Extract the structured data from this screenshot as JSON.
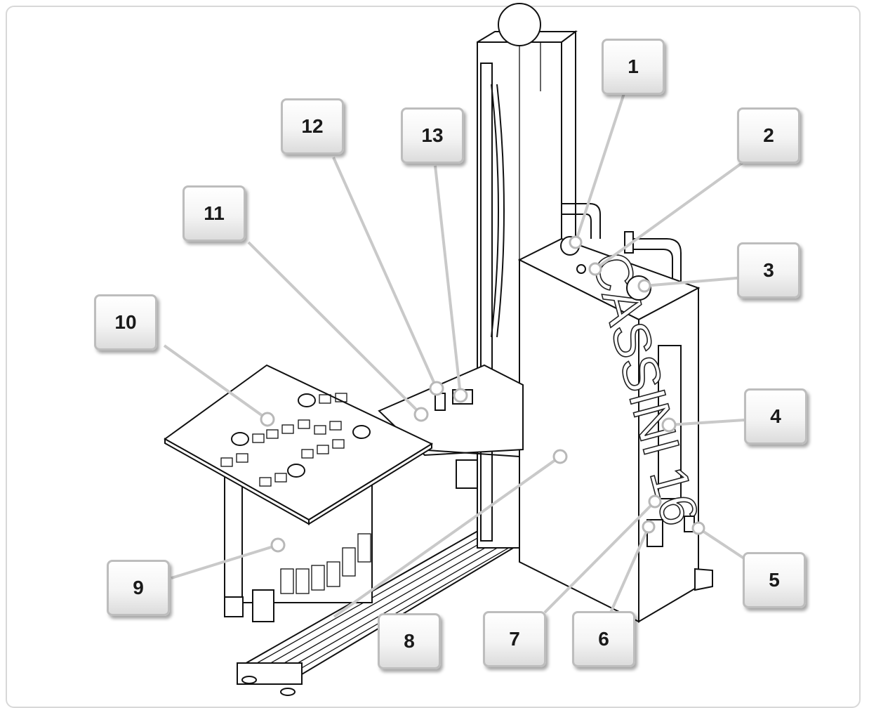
{
  "diagram": {
    "product_text": "CASSINI 16",
    "callouts": [
      {
        "id": "c1",
        "label": "1"
      },
      {
        "id": "c2",
        "label": "2"
      },
      {
        "id": "c3",
        "label": "3"
      },
      {
        "id": "c4",
        "label": "4"
      },
      {
        "id": "c5",
        "label": "5"
      },
      {
        "id": "c6",
        "label": "6"
      },
      {
        "id": "c7",
        "label": "7"
      },
      {
        "id": "c8",
        "label": "8"
      },
      {
        "id": "c9",
        "label": "9"
      },
      {
        "id": "c10",
        "label": "10"
      },
      {
        "id": "c11",
        "label": "11"
      },
      {
        "id": "c12",
        "label": "12"
      },
      {
        "id": "c13",
        "label": "13"
      }
    ]
  },
  "colors": {
    "callout_border": "#bdbdbd",
    "leader_line": "#c9c9c9",
    "line_art": "#111111"
  }
}
